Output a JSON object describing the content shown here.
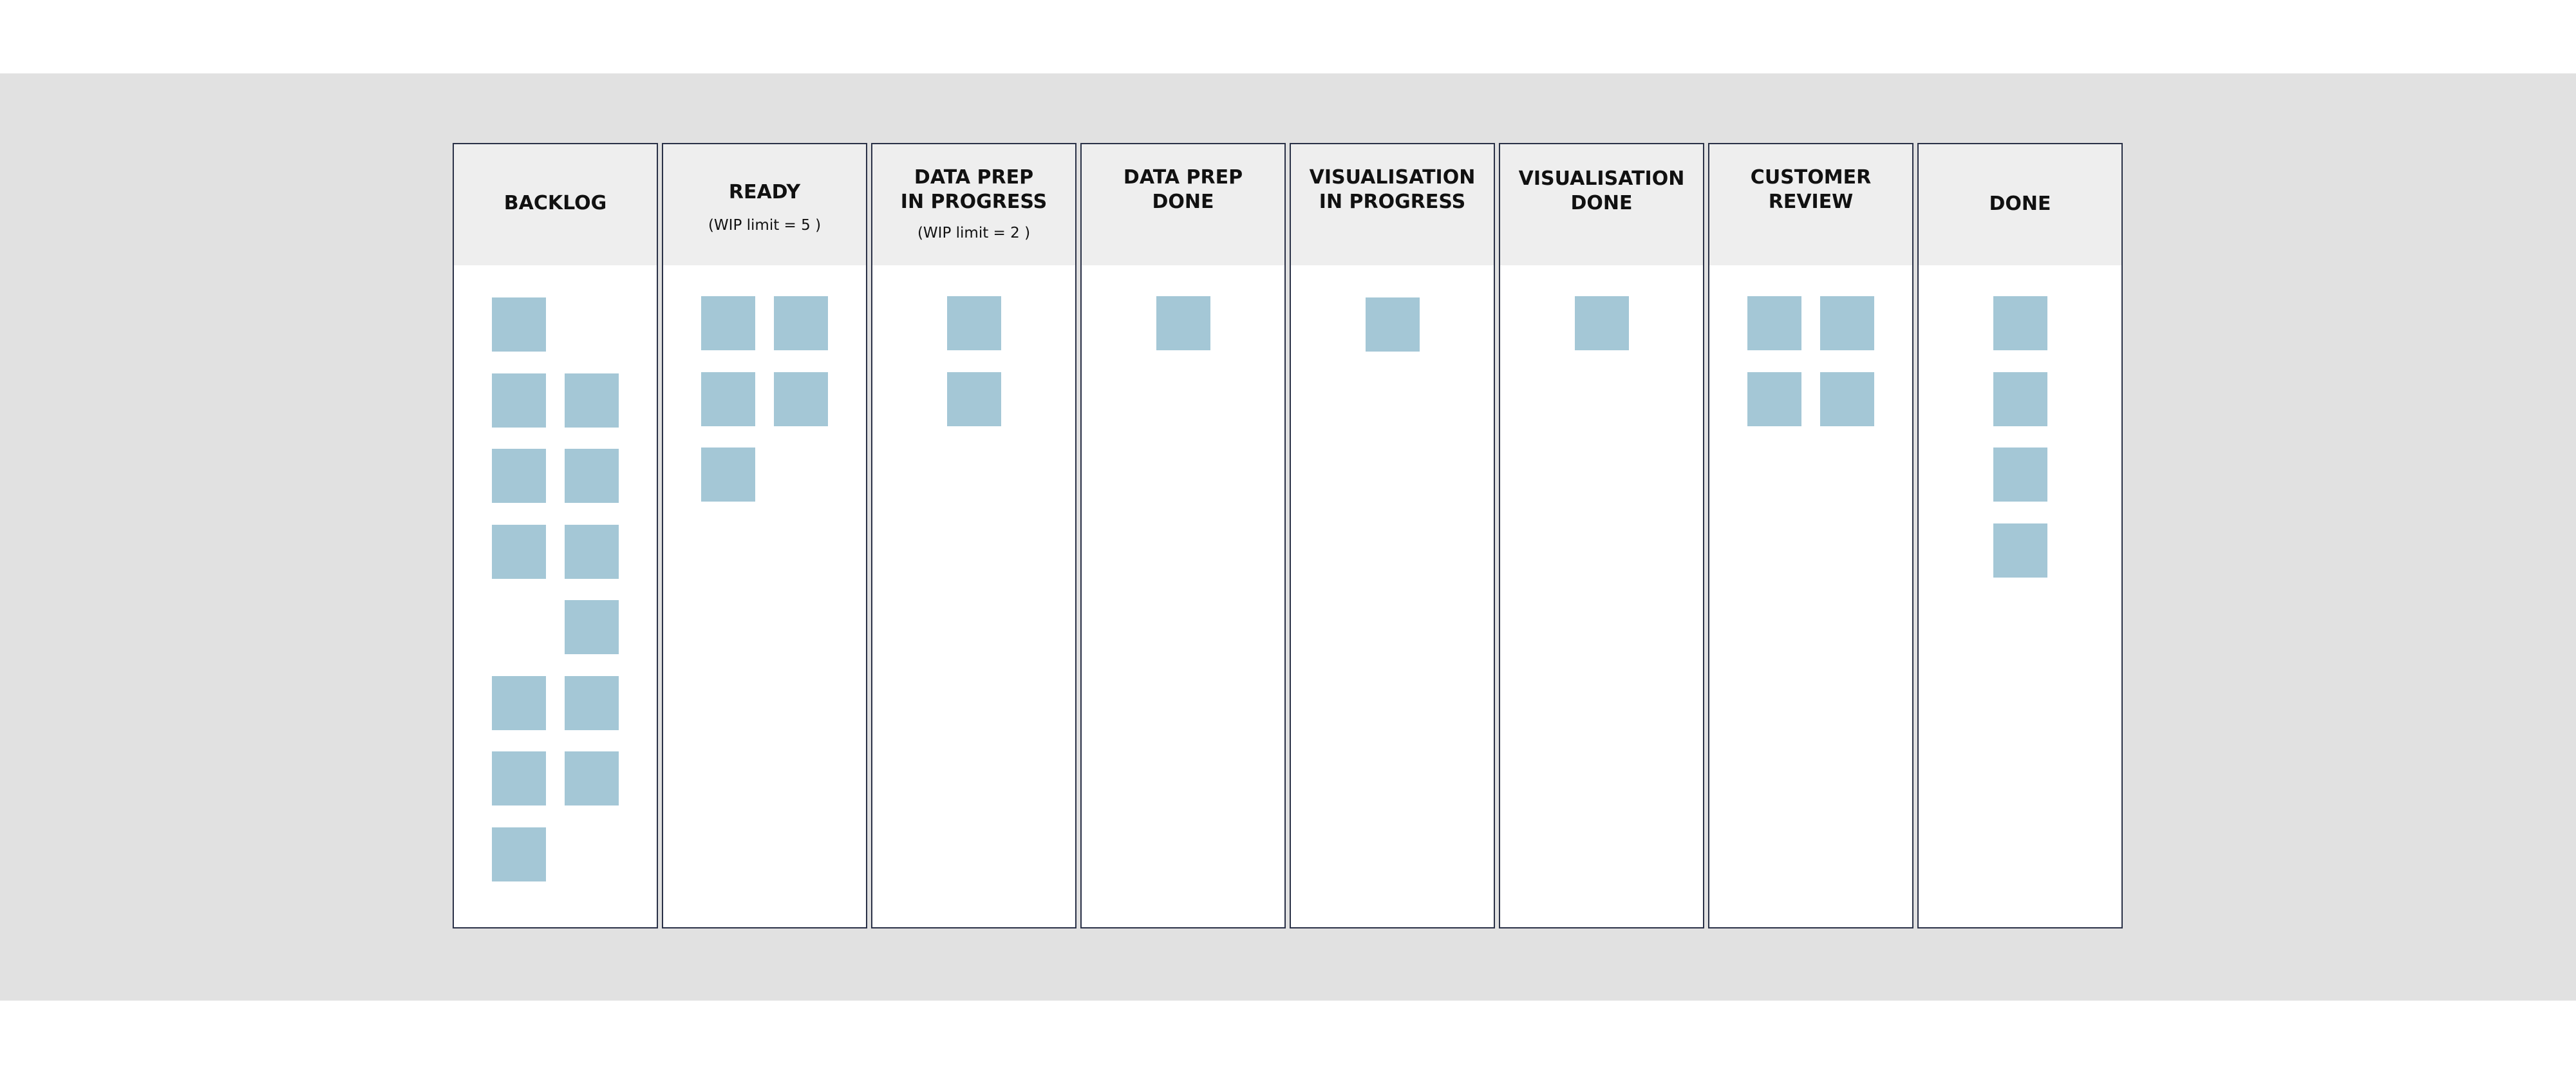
{
  "board": {
    "card_color": "#a4c7d6",
    "header_color": "#eeeeee",
    "border_color": "#2a3147",
    "background_color": "#e1e1e1",
    "columns": [
      {
        "title": "BACKLOG",
        "note": "",
        "card_count": 13
      },
      {
        "title": "READY",
        "note": "(WIP limit = 5 )",
        "card_count": 5
      },
      {
        "title": "DATA PREP\nIN  PROGRESS",
        "note": "(WIP limit = 2 )",
        "card_count": 2
      },
      {
        "title": "DATA PREP\nDONE",
        "note": "",
        "card_count": 1
      },
      {
        "title": "VISUALISATION\nIN  PROGRESS",
        "note": "",
        "card_count": 1
      },
      {
        "title": "VISUALISATION\nDONE",
        "note": "",
        "card_count": 1
      },
      {
        "title": "CUSTOMER\nREVIEW",
        "note": "",
        "card_count": 4
      },
      {
        "title": "DONE",
        "note": "",
        "card_count": 4
      }
    ]
  }
}
